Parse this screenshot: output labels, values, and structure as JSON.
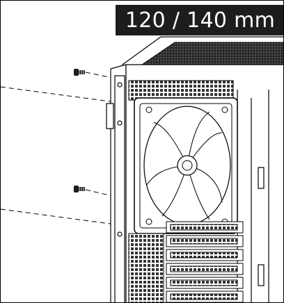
{
  "title": "120 / 140 mm",
  "colors": {
    "title_background": "#1d1d1d",
    "title_text": "#ffffff",
    "line": "#000000",
    "shading": "#2a2a2a"
  },
  "illustration": {
    "subject": "fan-install-diagram",
    "parts": [
      "screw-icon",
      "screw-icon",
      "fan",
      "case-frame",
      "mesh-top",
      "expansion-slots",
      "dashed-guide-lines"
    ]
  }
}
